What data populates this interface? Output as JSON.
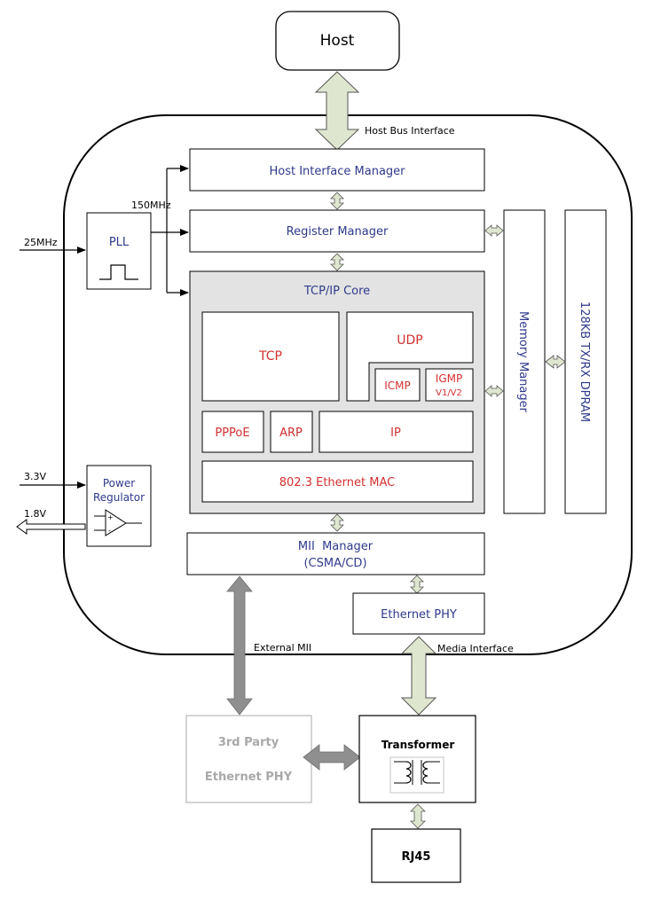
{
  "host": {
    "label": "Host"
  },
  "bus_labels": {
    "host_bus_interface": "Host Bus Interface",
    "external_mii": "External MII",
    "media_interface": "Media Interface"
  },
  "clock": {
    "input_25": "25MHz",
    "output_150": "150MHz",
    "pll": "PLL"
  },
  "power": {
    "in_33": "3.3V",
    "out_18": "1.8V",
    "title_line1": "Power",
    "title_line2": "Regulator"
  },
  "blocks": {
    "host_interface_manager": "Host Interface Manager",
    "register_manager": "Register Manager",
    "tcpip_core": "TCP/IP Core",
    "tcp": "TCP",
    "udp": "UDP",
    "icmp": "ICMP",
    "igmp_line1": "IGMP",
    "igmp_line2": "V1/V2",
    "pppoe": "PPPoE",
    "arp": "ARP",
    "ip": "IP",
    "mac": "802.3 Ethernet MAC",
    "mii_line1": "MII  Manager",
    "mii_line2": "(CSMA/CD)",
    "ethernet_phy": "Ethernet PHY",
    "memory_manager": "Memory Manager",
    "dpram": "128KB TX/RX DPRAM"
  },
  "external": {
    "third_party_line1": "3rd Party",
    "third_party_line2": "Ethernet PHY",
    "transformer": "Transformer",
    "rj45": "RJ45"
  },
  "colors": {
    "blue_text": "#2e3a8c",
    "red_text": "#d32f2f",
    "core_fill": "#e3e3e3",
    "arrow_fill": "#dfe6cf",
    "grey_arrow": "#8f8f8f",
    "faded_text": "#a8a8a8"
  }
}
